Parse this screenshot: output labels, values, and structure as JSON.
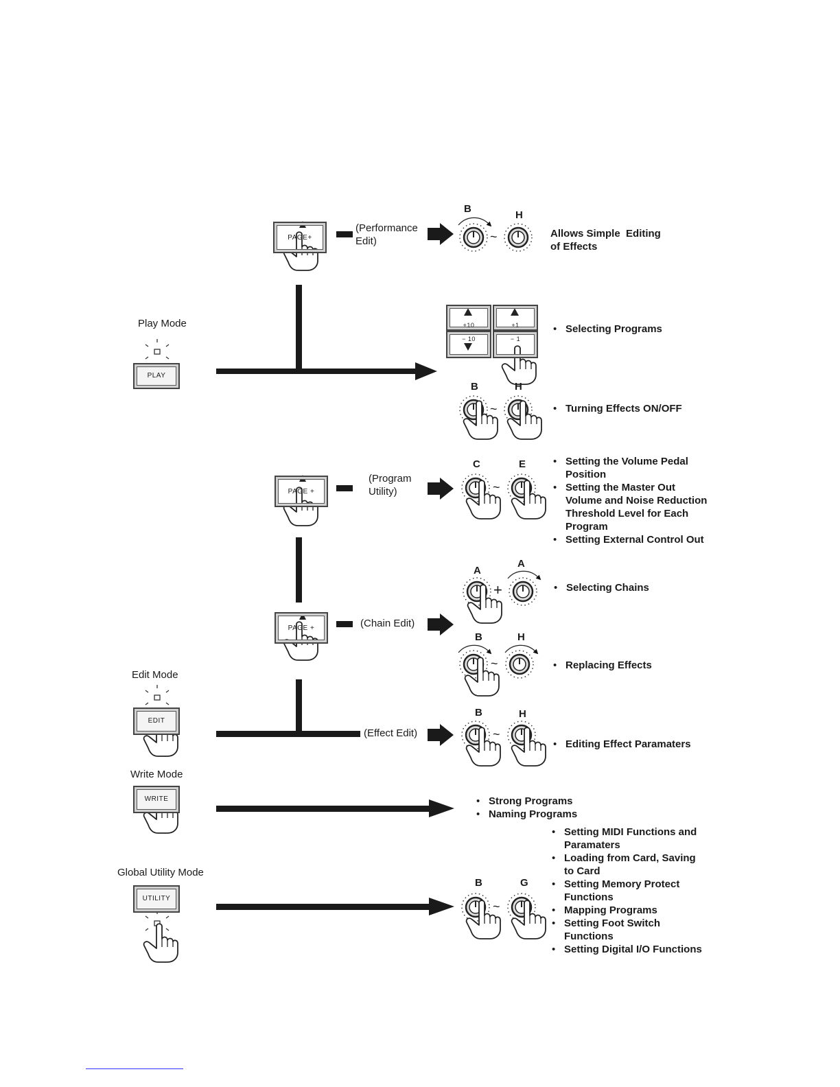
{
  "modes": {
    "play": "Play Mode",
    "edit": "Edit Mode",
    "write": "Write Mode",
    "utility": "Global Utility Mode"
  },
  "buttons": {
    "play": "PLAY",
    "edit": "EDIT",
    "write": "WRITE",
    "utility": "UTILITY",
    "page_perf": "PAGE+",
    "page_prog": "PAGE +",
    "page_chain": "PAGE +",
    "plus10": "+10",
    "plus1": "+1",
    "minus10": "− 10",
    "minus1": "− 1"
  },
  "branches": {
    "performance": "(Performance\nEdit)",
    "program_utility": "(Program\nUtility)",
    "chain_edit": "(Chain Edit)",
    "effect_edit": "(Effect Edit)"
  },
  "knob_labels": {
    "perf": [
      "B",
      "H"
    ],
    "effects_onoff": [
      "B",
      "H"
    ],
    "prog_utility": [
      "C",
      "E"
    ],
    "chains": [
      "A",
      "A"
    ],
    "replacing": [
      "B",
      "H"
    ],
    "effect_edit": [
      "B",
      "H"
    ],
    "global": [
      "B",
      "G"
    ]
  },
  "descriptions": {
    "performance": "Allows Simple  Editing\nof Effects",
    "selecting_programs": [
      "Selecting Programs"
    ],
    "turning_effects": [
      "Turning Effects ON/OFF"
    ],
    "program_utility": [
      "Setting the Volume Pedal\nPosition",
      "Setting the Master Out\nVolume and Noise Reduction\nThreshold Level for Each\nProgram",
      "Setting External Control Out"
    ],
    "selecting_chains": [
      "Selecting Chains"
    ],
    "replacing_effects": [
      "Replacing Effects"
    ],
    "editing_params": [
      "Editing Effect Paramaters"
    ],
    "write": [
      "Strong Programs",
      "Naming Programs"
    ],
    "global": [
      "Setting MIDI Functions and\nParamaters",
      "Loading from Card, Saving\nto Card",
      "Setting Memory Protect\nFunctions",
      "Mapping Programs",
      "Setting Foot Switch\nFunctions",
      "Setting Digital I/O Functions"
    ]
  },
  "symbols": {
    "tilde": "~",
    "plus": "+"
  }
}
